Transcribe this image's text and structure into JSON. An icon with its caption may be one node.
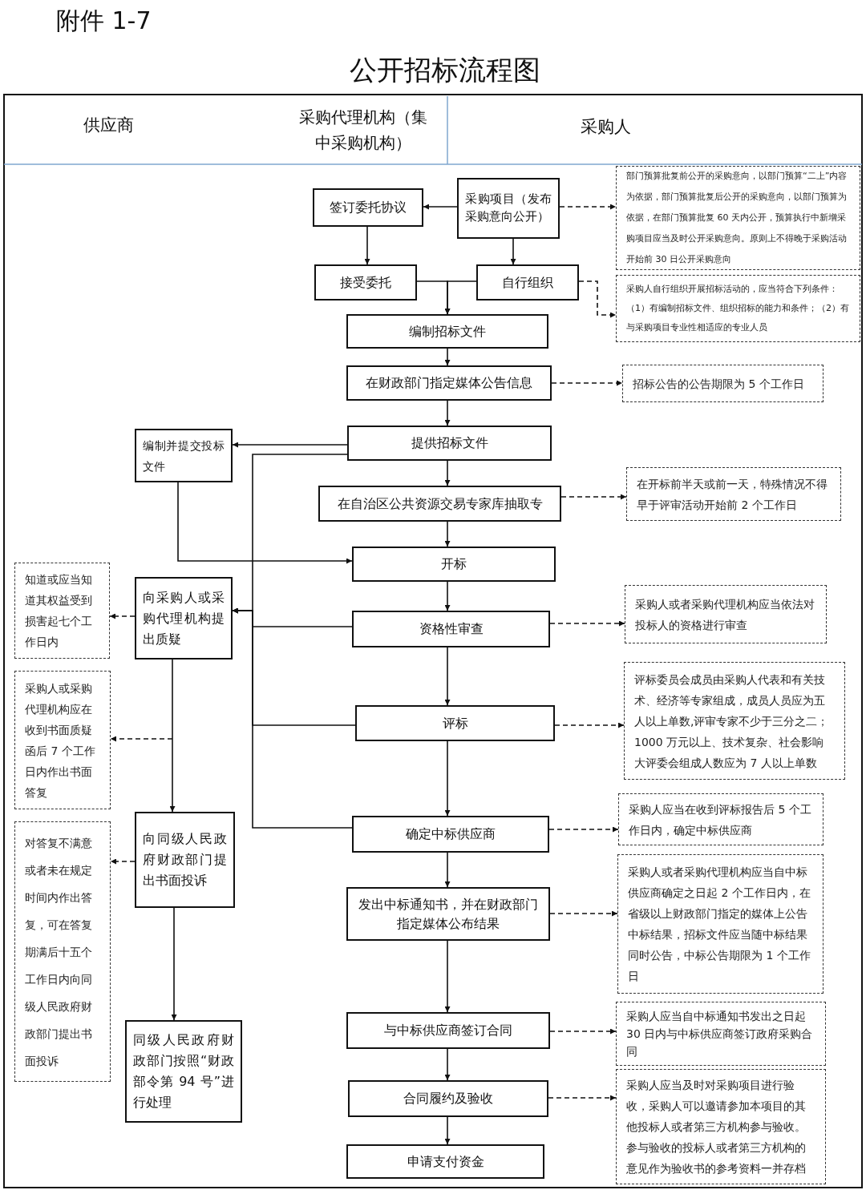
{
  "diagram": {
    "title": "公开招标流程图",
    "nodes": [
      {
        "text": [
          "签订委托协议"
        ]
      },
      {
        "text": [
          "采购项目（发布采购意向公开）"
        ]
      },
      {
        "text": [
          "部门预算批复前公开的采购意向，以部门预算“二上”内容为依据，部门预算批复后公开的采购意向，以部门预算为依据，在部门预算批复 60 天内公开，预算执行中新增采购项目应当及时公开采购意向。原则上不得晚于采购活动开始前 30 日公开采购意向"
        ]
      },
      {
        "text": [
          "接受委托"
        ]
      },
      {
        "text": [
          "自行组织"
        ]
      },
      {
        "text": [
          "采购人自行组织开展招标活动的，应当符合下列条件：（1）有编制招标文件、组织招标的能力和条件；（2）有与采购项目专业性相适应的专业人员"
        ]
      },
      {
        "text": [
          "编制招标文件"
        ]
      },
      {
        "text": [
          "在财政部门指定媒体公告信息"
        ]
      },
      {
        "text": [
          "招标公告的公告期限为 5 个工作日"
        ]
      },
      {
        "text": [
          "编制并提交投标文件"
        ]
      },
      {
        "text": [
          "提供招标文件"
        ]
      },
      {
        "text": [
          "在自治区公共资源交易专家库抽取专"
        ]
      },
      {
        "text": [
          "在开标前半天或前一天，特殊情况不得早于评审活动开始前 2 个工作日"
        ]
      },
      {
        "text": [
          "开标"
        ]
      },
      {
        "text": [
          "知道或应当知道其权益受到损害起七个工作日内"
        ]
      },
      {
        "text": [
          "向采购人或采购代理机构提出质疑"
        ]
      },
      {
        "text": [
          "资格性审查"
        ]
      },
      {
        "text": [
          "采购人或者采购代理机构应当依法对投标人的资格进行审查"
        ]
      },
      {
        "text": [
          "采购人或采购代理机构应在收到书面质疑函后 7 个工作日内作出书面答复"
        ]
      },
      {
        "text": [
          "评标"
        ]
      },
      {
        "text": [
          "评标委员会成员由采购人代表和有关技术、经济等专家组成，成员人员应为五人以上单数,评审专家不少于三分之二；1000 万元以上、技术复杂、社会影响大评委会组成人数应为 7 人以上单数"
        ]
      },
      {
        "text": [
          "对答复不满意或者未在规定时间内作出答复，可在答复期满后十五个工作日内向同级人民政府财政部门提出书面投诉"
        ]
      },
      {
        "text": [
          "向同级人民政府财政部门提出书面投诉"
        ]
      },
      {
        "text": [
          "确定中标供应商"
        ]
      },
      {
        "text": [
          "采购人应当在收到评标报告后 5 个工作日内，确定中标供应商"
        ]
      },
      {
        "text": [
          "发出中标通知书，并在财政部门指定媒体公布结果"
        ]
      },
      {
        "text": [
          "采购人或者采购代理机构应当自中标供应商确定之日起 2 个工作日内，在省级以上财政部门指定的媒体上公告中标结果，招标文件应当随中标结果同时公告，中标公告期限为 1 个工作日"
        ]
      },
      {
        "text": [
          "同级人民政府财政部门按照“财政部令第 94 号”进行处理"
        ]
      },
      {
        "text": [
          "与中标供应商签订合同"
        ]
      },
      {
        "text": [
          "采购人应当自中标通知书发出之日起 30 日内与中标供应商签订政府采购合同"
        ]
      },
      {
        "text": [
          "合同履约及验收"
        ]
      },
      {
        "text": [
          "采购人应当及时对采购项目进行验收，采购人可以邀请参加本项目的其他投标人或者第三方机构参与验收。参与验收的投标人或者第三方机构的意见作为验收书的参考资料一并存档"
        ]
      },
      {
        "text": [
          "申请支付资金"
        ]
      }
    ],
    "edges": [
      {
        "from": 1,
        "to": 0,
        "arrow": "to"
      },
      {
        "from": 1,
        "to": 2,
        "arrow": "to",
        "style": "dashed"
      },
      {
        "from": 0,
        "to": 3,
        "arrow": "to"
      },
      {
        "from": 1,
        "to": 4,
        "arrow": "to"
      },
      {
        "from": 3,
        "to": 6,
        "arrow": "to"
      },
      {
        "from": 4,
        "to": 6,
        "arrow": "to"
      },
      {
        "from": 4,
        "to": 5,
        "arrow": "to",
        "style": "dashed"
      },
      {
        "from": 6,
        "to": 7,
        "arrow": "to"
      },
      {
        "from": 7,
        "to": 8,
        "arrow": "to",
        "style": "dashed"
      },
      {
        "from": 7,
        "to": 10,
        "arrow": "to"
      },
      {
        "from": 10,
        "to": 9,
        "arrow": "to"
      },
      {
        "from": 10,
        "to": 11,
        "arrow": "to"
      },
      {
        "from": 11,
        "to": 12,
        "arrow": "to",
        "style": "dashed"
      },
      {
        "from": 9,
        "to": 13,
        "arrow": "to"
      },
      {
        "from": 11,
        "to": 13,
        "arrow": "to"
      },
      {
        "from": 10,
        "to": 15,
        "arrow": "to"
      },
      {
        "from": 16,
        "to": 15,
        "arrow": "to"
      },
      {
        "from": 19,
        "to": 15,
        "arrow": "to"
      },
      {
        "from": 23,
        "to": 15,
        "arrow": "to"
      },
      {
        "from": 15,
        "to": 14,
        "arrow": "to",
        "style": "dashed"
      },
      {
        "from": 15,
        "to": 22,
        "arrow": "to"
      },
      {
        "from": null,
        "to": 18,
        "arrow": "to",
        "style": "dashed"
      },
      {
        "from": 22,
        "to": 21,
        "arrow": "to",
        "style": "dashed"
      },
      {
        "from": 22,
        "to": 27,
        "arrow": "to"
      },
      {
        "from": 13,
        "to": 16,
        "arrow": "to"
      },
      {
        "from": 16,
        "to": 17,
        "arrow": "to",
        "style": "dashed"
      },
      {
        "from": 16,
        "to": 19,
        "arrow": "to"
      },
      {
        "from": 19,
        "to": 20,
        "arrow": "to",
        "style": "dashed"
      },
      {
        "from": 19,
        "to": 23,
        "arrow": "to"
      },
      {
        "from": 23,
        "to": 24,
        "arrow": "to",
        "style": "dashed"
      },
      {
        "from": 23,
        "to": 25,
        "arrow": "to"
      },
      {
        "from": 25,
        "to": 26,
        "arrow": "to",
        "style": "dashed"
      },
      {
        "from": 25,
        "to": 28,
        "arrow": "to"
      },
      {
        "from": 28,
        "to": 29,
        "arrow": "to",
        "style": "dashed"
      },
      {
        "from": 28,
        "to": 30,
        "arrow": "to"
      },
      {
        "from": 30,
        "to": 31,
        "arrow": "to",
        "style": "dashed"
      },
      {
        "from": 30,
        "to": 32,
        "arrow": "to"
      }
    ],
    "labels": [
      "附件 1-7",
      "供应商",
      "采购代理机构（集中采购机构）",
      "采购人"
    ]
  }
}
